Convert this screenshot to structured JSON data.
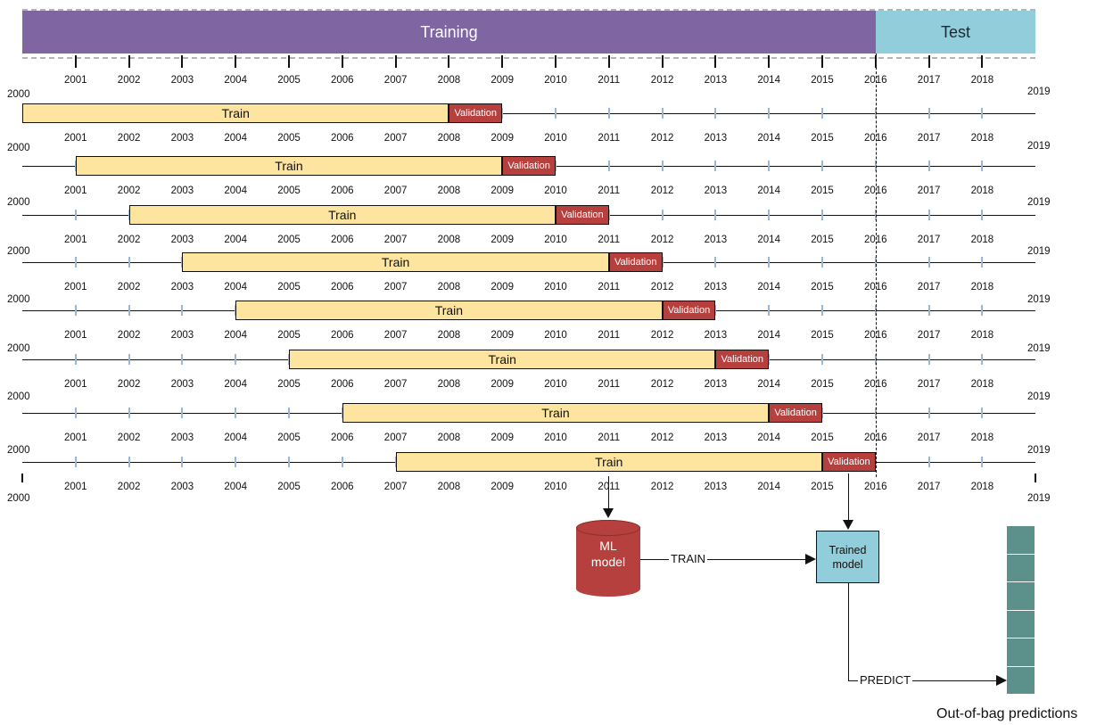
{
  "bands": {
    "training_label": "Training",
    "test_label": "Test",
    "training_color": "#7f66a3",
    "test_color": "#92cddb"
  },
  "timeline": {
    "years": [
      "2001",
      "2002",
      "2003",
      "2004",
      "2005",
      "2006",
      "2007",
      "2008",
      "2009",
      "2010",
      "2011",
      "2012",
      "2013",
      "2014",
      "2015",
      "2016",
      "2017",
      "2018"
    ],
    "start_label": "2000",
    "end_label": "2019",
    "split_year": "2016"
  },
  "folds": [
    {
      "train_label": "Train",
      "validation_label": "Validation",
      "train_start": 2000,
      "train_end": 2008,
      "validation_end": 2009
    },
    {
      "train_label": "Train",
      "validation_label": "Validation",
      "train_start": 2001,
      "train_end": 2009,
      "validation_end": 2010
    },
    {
      "train_label": "Train",
      "validation_label": "Validation",
      "train_start": 2002,
      "train_end": 2010,
      "validation_end": 2011
    },
    {
      "train_label": "Train",
      "validation_label": "Validation",
      "train_start": 2003,
      "train_end": 2011,
      "validation_end": 2012
    },
    {
      "train_label": "Train",
      "validation_label": "Validation",
      "train_start": 2004,
      "train_end": 2012,
      "validation_end": 2013
    },
    {
      "train_label": "Train",
      "validation_label": "Validation",
      "train_start": 2005,
      "train_end": 2013,
      "validation_end": 2014
    },
    {
      "train_label": "Train",
      "validation_label": "Validation",
      "train_start": 2006,
      "train_end": 2014,
      "validation_end": 2015
    },
    {
      "train_label": "Train",
      "validation_label": "Validation",
      "train_start": 2007,
      "train_end": 2015,
      "validation_end": 2016
    }
  ],
  "pipeline": {
    "ml_model_label": "ML\nmodel",
    "train_arrow_label": "TRAIN",
    "trained_model_label": "Trained\nmodel",
    "predict_arrow_label": "PREDICT",
    "predictions_caption": "Out-of-bag predictions",
    "prediction_cells": 6
  },
  "colors": {
    "train": "#fde49f",
    "validation": "#b6403e",
    "ml_model": "#b6403e",
    "trained_model": "#92cddb",
    "predictions": "#5c918b"
  }
}
